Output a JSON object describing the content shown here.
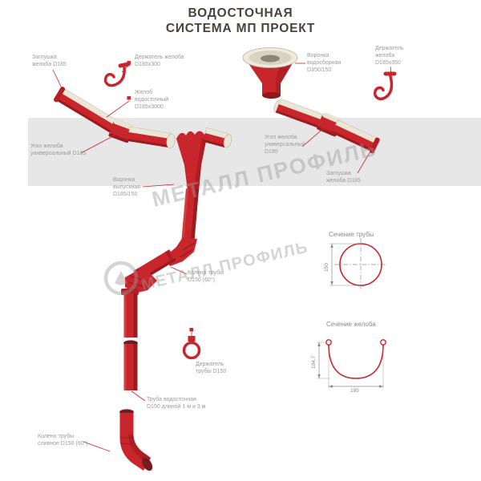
{
  "title": {
    "line1": "ВОДОСТОЧНАЯ",
    "line2": "СИСТЕМА МП ПРОЕКТ"
  },
  "watermark": {
    "text": "МЕТАЛЛ ПРОФИЛЬ"
  },
  "labels": {
    "end_cap_left": "Заглушка\nжелоба D185",
    "gutter_hook_300": "Держатель желоба\nD185х300",
    "collector_funnel": "Воронка\nводосборная\nD350/150",
    "gutter_hook_350": "Держатель\nжелоба\nD185х350",
    "gutter": "Желоб\nводосточный\nD185х3000",
    "corner_left": "Угол желоба\nуниверсальный D185",
    "corner_right": "Угол желоба\nуниверсальный\nD185",
    "end_cap_right": "Заглушка\nжелоба D185",
    "outlet_funnel": "Воронка\nвыпускная\nD185/150",
    "pipe_elbow": "Колено трубы\nD150 (60°)",
    "pipe_section": "Сечение трубы",
    "gutter_section": "Сечение желоба",
    "pipe_holder": "Держатель\nтрубы D150",
    "downpipe": "Труба водосточная\nD150 длиной 1 м и 3 м",
    "drain_elbow": "Колено трубы\nсливное D150 (60°)"
  },
  "dimensions": {
    "pipe_diameter": "150",
    "gutter_height": "104,7",
    "gutter_width": "185"
  },
  "colors": {
    "red": "#c9252c",
    "dark_red": "#9b1b20",
    "cream": "#ece6d6",
    "band_gray": "#e7e7e7",
    "label_gray": "#9b9b9b"
  }
}
